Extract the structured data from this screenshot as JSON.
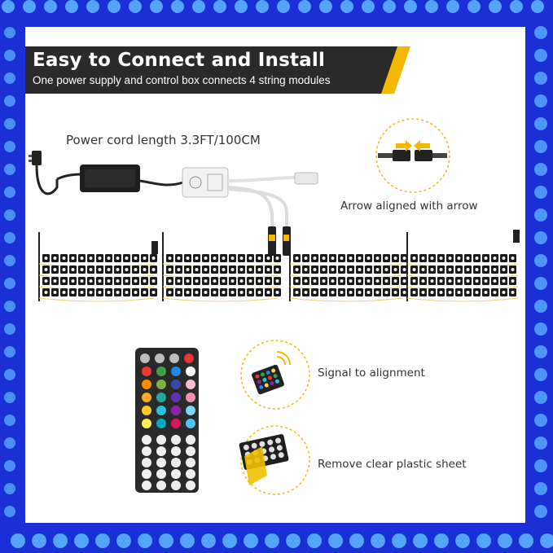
{
  "banner": {
    "title": "Easy to Connect and Install",
    "subtitle": "One power supply and control box connects 4 string modules"
  },
  "labels": {
    "power_cord": "Power cord length 3.3FT/100CM",
    "arrow_aligned": "Arrow aligned with arrow",
    "signal": "Signal to alignment",
    "remove_sheet": "Remove clear plastic sheet"
  },
  "colors": {
    "background": "#1a2fd6",
    "panel": "#ffffff",
    "banner_dark": "#2a2a2a",
    "accent_yellow": "#f5b800",
    "led_glow": "#5fb8ff"
  },
  "icons": [
    "power-plug-icon",
    "power-adapter-icon",
    "control-box-icon",
    "connector-arrow-icon",
    "ir-signal-icon"
  ],
  "remote": {
    "color_rows": [
      [
        "#e53935",
        "#43a047",
        "#1e88e5",
        "#ffffff"
      ],
      [
        "#fb8c00",
        "#7cb342",
        "#3949ab",
        "#f8bbd0"
      ],
      [
        "#ffa726",
        "#26a69a",
        "#5e35b1",
        "#f48fb1"
      ],
      [
        "#ffca28",
        "#26c6da",
        "#8e24aa",
        "#81d4fa"
      ],
      [
        "#ffee58",
        "#00acc1",
        "#d81b60",
        "#4fc3f7"
      ]
    ]
  }
}
